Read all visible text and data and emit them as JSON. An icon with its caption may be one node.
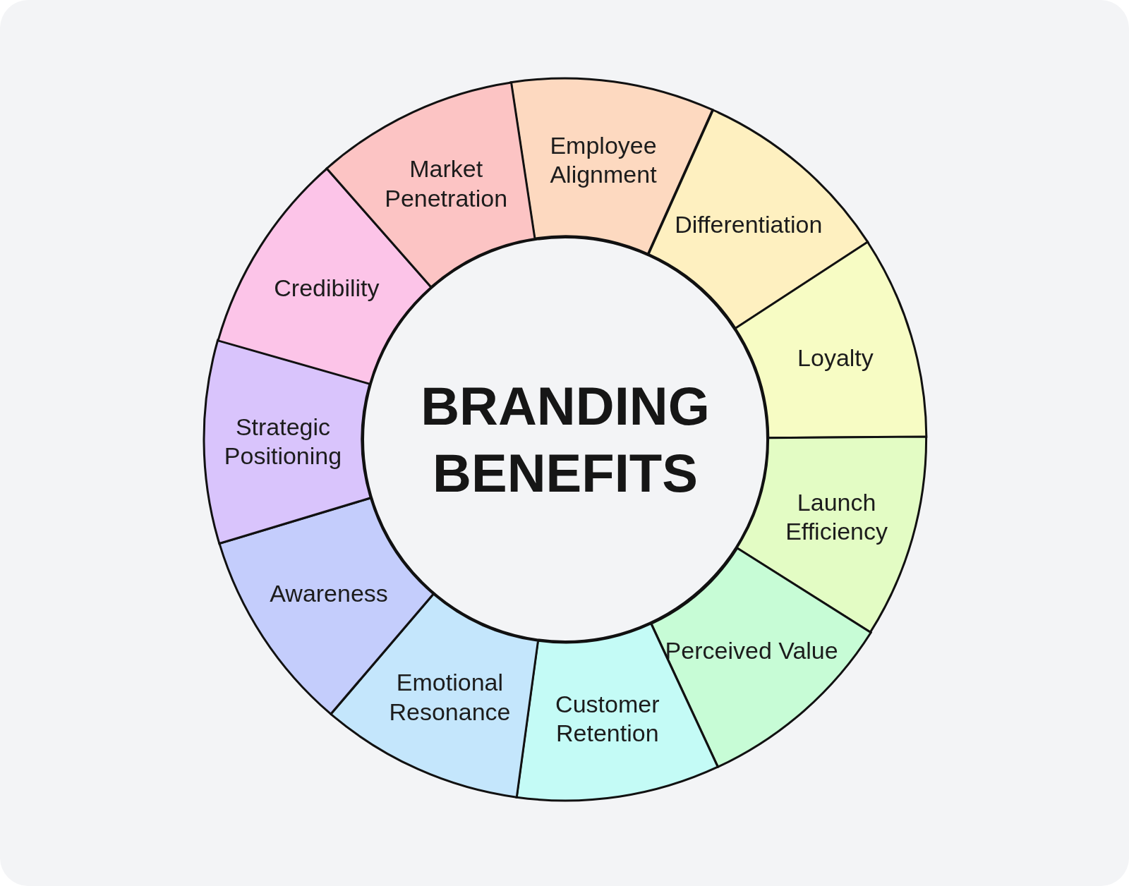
{
  "diagram": {
    "nodes": [
      {
        "text": [
          "BRANDING BENEFITS"
        ]
      },
      {
        "text": [
          "Employee Alignment"
        ]
      },
      {
        "text": [
          "Differentiation"
        ]
      },
      {
        "text": [
          "Loyalty"
        ]
      },
      {
        "text": [
          "Launch Efficiency"
        ]
      },
      {
        "text": [
          "Perceived Value"
        ]
      },
      {
        "text": [
          "Customer Retention"
        ]
      },
      {
        "text": [
          "Emotional Resonance"
        ]
      },
      {
        "text": [
          "Awareness"
        ]
      },
      {
        "text": [
          "Strategic Positioning"
        ]
      },
      {
        "text": [
          "Credibility"
        ]
      },
      {
        "text": [
          "Market Penetration"
        ]
      }
    ]
  }
}
